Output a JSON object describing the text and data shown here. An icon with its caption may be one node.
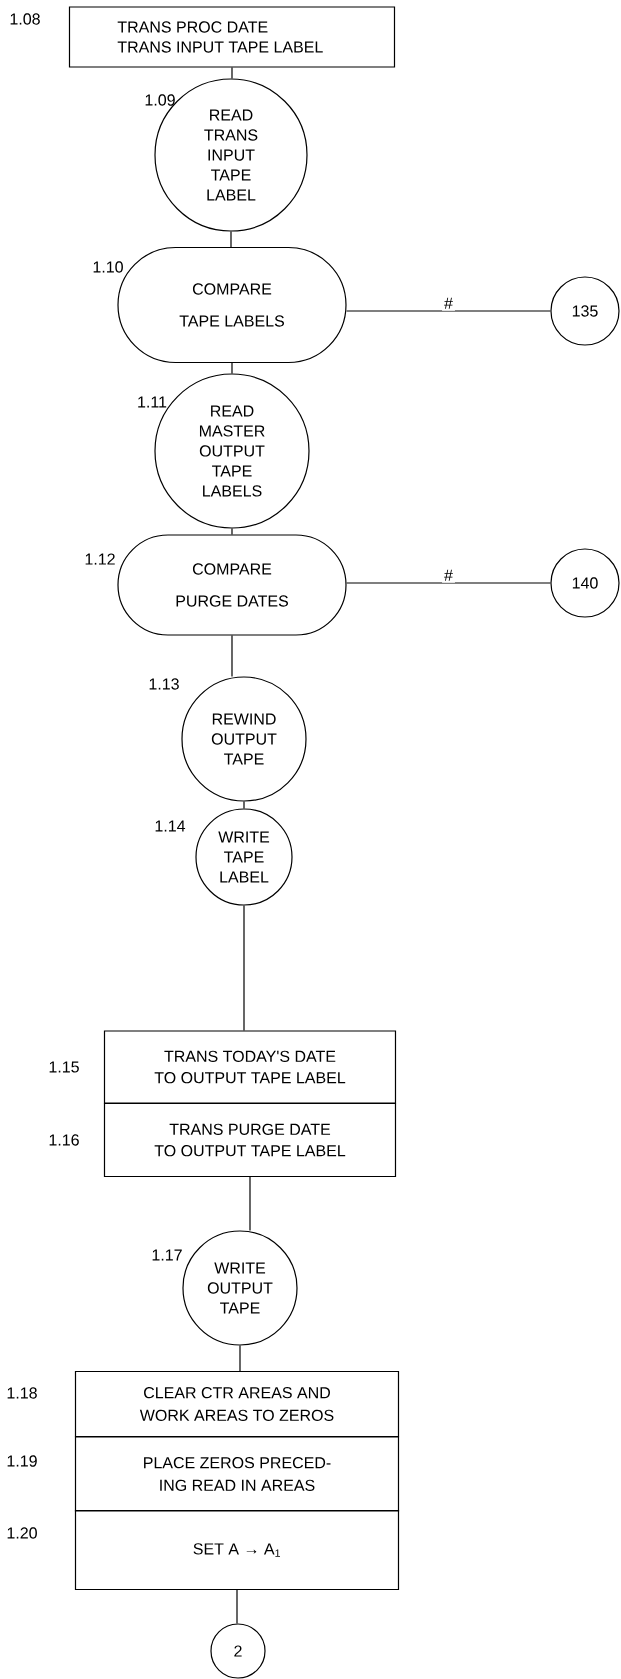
{
  "diagram": {
    "nodes": [
      {
        "text": [
          "TRANS PROC DATE TRANS INPUT TAPE LABEL"
        ],
        "beside": [
          "1.08"
        ]
      },
      {
        "text": [
          "READ TRANS INPUT TAPE LABEL"
        ],
        "beside": [
          "1.09"
        ]
      },
      {
        "text": [
          "COMPARE TAPE LABELS"
        ],
        "beside": [
          "1.10"
        ]
      },
      {
        "text": [
          "135"
        ]
      },
      {
        "text": [
          "READ MASTER OUTPUT TAPE LABELS"
        ],
        "beside": [
          "1.11"
        ]
      },
      {
        "text": [
          "COMPARE PURGE DATES"
        ],
        "beside": [
          "1.12"
        ]
      },
      {
        "text": [
          "140"
        ]
      },
      {
        "text": [
          "REWIND OUTPUT TAPE"
        ],
        "beside": [
          "1.13"
        ]
      },
      {
        "text": [
          "WRITE TAPE LABEL"
        ],
        "beside": [
          "1.14"
        ]
      },
      {
        "text": [
          "TRANS TODAY'S DATE TO OUTPUT TAPE LABEL"
        ],
        "beside": [
          "1.15"
        ]
      },
      {
        "text": [
          "TRANS PURGE DATE TO OUTPUT TAPE LABEL"
        ],
        "beside": [
          "1.16"
        ]
      },
      {
        "text": [
          "WRITE OUTPUT TAPE"
        ],
        "beside": [
          "1.17"
        ]
      },
      {
        "text": [
          "CLEAR CTR AREAS AND WORK AREAS TO ZEROS"
        ],
        "beside": [
          "1.18"
        ]
      },
      {
        "text": [
          "PLACE ZEROS PRECED- ING READ IN AREAS"
        ],
        "beside": [
          "1.19"
        ]
      },
      {
        "text": [
          "SET A → A$_{1}$"
        ],
        "beside": [
          "1.20"
        ]
      },
      {
        "text": [
          "2"
        ]
      }
    ],
    "edges": [
      {
        "from": 0,
        "to": 1,
        "arrow": "none"
      },
      {
        "from": 1,
        "to": 2,
        "arrow": "none"
      },
      {
        "from": 2,
        "to": 3,
        "arrow": "none",
        "label": "#"
      },
      {
        "from": 2,
        "to": 4,
        "arrow": "none"
      },
      {
        "from": 4,
        "to": 5,
        "arrow": "none"
      },
      {
        "from": 5,
        "to": 6,
        "arrow": "none",
        "label": "#"
      },
      {
        "from": 5,
        "to": 7,
        "arrow": "none"
      },
      {
        "from": 7,
        "to": 8,
        "arrow": "none"
      },
      {
        "from": 8,
        "to": 9,
        "arrow": "none"
      },
      {
        "from": 10,
        "to": 11,
        "arrow": "none"
      },
      {
        "from": 11,
        "to": 12,
        "arrow": "none"
      },
      {
        "from": 14,
        "to": 15,
        "arrow": "none"
      }
    ]
  }
}
